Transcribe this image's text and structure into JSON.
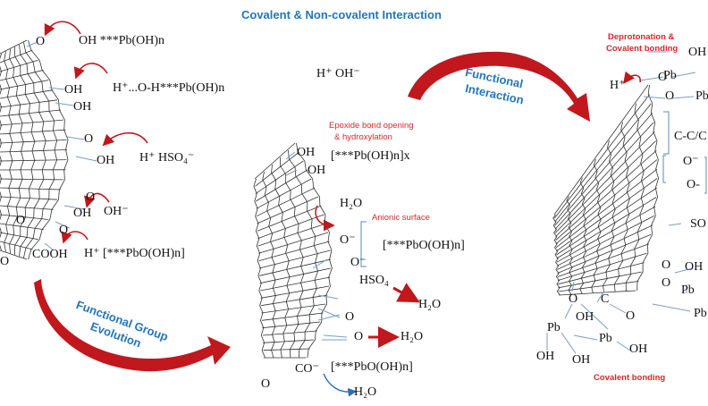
{
  "title": "Covalent & Non-covalent Interaction",
  "left_panel": {
    "labels": [
      "O",
      "OH ***Pb(OH)n",
      "OH",
      "H⁺...O-H***Pb(OH)n",
      "OH",
      "O",
      "OH",
      "H⁺  HSO₄⁻",
      "O",
      "OH",
      "OH⁻",
      "O",
      "O",
      "COOH",
      "H⁺ [***PbO(OH)n]",
      "O"
    ]
  },
  "middle_panel": {
    "ions": "H⁺ OH⁻",
    "note_epoxide_1": "Epoxide bond opening",
    "note_epoxide_2": "& hydroxylation",
    "note_anionic": "Anionic surface",
    "labels": [
      "OH",
      "OH",
      "[***Pb(OH)n]x",
      "H₂O",
      "O⁻",
      "O⁻",
      "[***PbO(OH)n]",
      "HSO₄",
      "H₂O",
      "O",
      "O",
      "H₂O",
      "CO⁻",
      "[***PbO(OH)n]",
      "O",
      "H₂O"
    ]
  },
  "right_panel": {
    "note_deprotonation_1": "Deprotonation &",
    "note_deprotonation_2": "Covalent bonding",
    "note_covalent": "Covalent bonding",
    "labels": [
      "OH",
      "Pb",
      "O",
      "H⁺",
      "O",
      "Pb",
      "C-C/C",
      "O⁻",
      "O-",
      "SO",
      "O",
      "OH",
      "O",
      "Pb",
      "Pb",
      "O",
      "C",
      "O",
      "Pb",
      "OH",
      "Pb",
      "OH",
      "OH",
      "OH"
    ]
  },
  "arrow_labels": {
    "evolution_1": "Functional Group",
    "evolution_2": "Evolution",
    "interaction_1": "Functional",
    "interaction_2": "Interaction"
  },
  "colors": {
    "title": "#2476b8",
    "accent_red": "#c0181d",
    "note_red": "#d8262b",
    "lattice": "#333333",
    "bond": "#7a9cc6"
  }
}
